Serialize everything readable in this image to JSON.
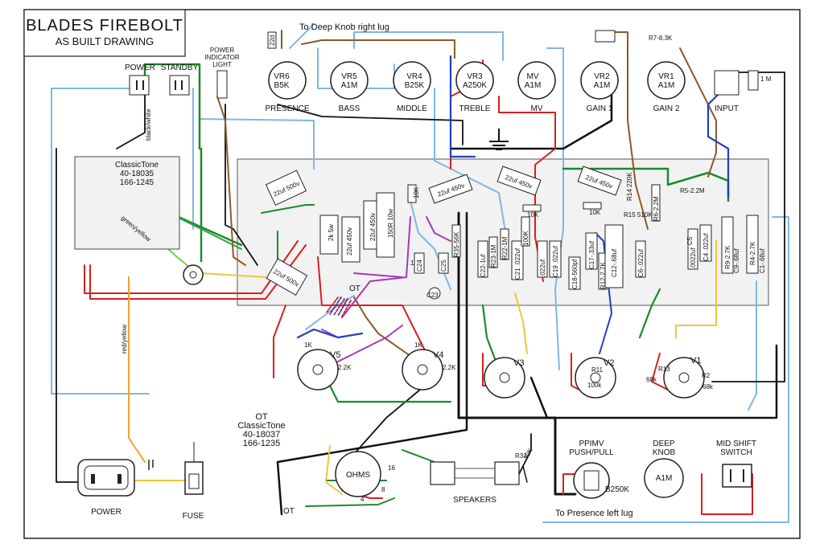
{
  "title": {
    "main": "BLADES FIREBOLT",
    "sub": "AS BUILT DRAWING"
  },
  "notes": {
    "top": "To Deep Knob right lug",
    "bottom": "To Presence left lug",
    "cap_top": "22d",
    "r7": "R7-8.3K",
    "input_cap": "1 M",
    "ot_in": "OT"
  },
  "switches": {
    "power": "POWER",
    "standby": "STANDBY",
    "indicator": [
      "POWER",
      "INDICATOR",
      "LIGHT"
    ]
  },
  "pots": [
    {
      "id": "vr6",
      "line1": "VR6",
      "line2": "B5K",
      "label": "PRESENCE"
    },
    {
      "id": "vr5",
      "line1": "VR5",
      "line2": "A1M",
      "label": "BASS"
    },
    {
      "id": "vr4",
      "line1": "VR4",
      "line2": "B25K",
      "label": "MIDDLE"
    },
    {
      "id": "vr3",
      "line1": "VR3",
      "line2": "A250K",
      "label": "TREBLE"
    },
    {
      "id": "mv",
      "line1": "MV",
      "line2": "A1M",
      "label": "MV"
    },
    {
      "id": "vr2",
      "line1": "VR2",
      "line2": "A1M",
      "label": "GAIN 1"
    },
    {
      "id": "vr1",
      "line1": "VR1",
      "line2": "A1M",
      "label": "GAIN 2"
    }
  ],
  "input_label": "INPUT",
  "transformer": {
    "name": "ClassicTone",
    "part1": "40-18035",
    "part2": "166-1245",
    "wire_bw": "black/white",
    "wire_gy": "green/yellow",
    "wire_ry": "red/yellow"
  },
  "output_transformer": {
    "name": "OT",
    "line1": "ClassicTone",
    "line2": "40-18037",
    "line3": "166-1235"
  },
  "tubes": [
    {
      "id": "v5",
      "label": "V5",
      "r1": "1K",
      "r2": "2.2K"
    },
    {
      "id": "v4",
      "label": "V4",
      "r1": "1K",
      "r2": "2.2K"
    },
    {
      "id": "v3",
      "label": "V3"
    },
    {
      "id": "v2",
      "label": "V2",
      "r": "R11",
      "r2": "100k"
    },
    {
      "id": "v1",
      "label": "V1",
      "r": "R13",
      "r2": "R2",
      "r3": "68k",
      "r4": "68k"
    }
  ],
  "board_components": [
    "22uf 500v",
    "2k 5w",
    "22uf 450v",
    "22uf 450v",
    "150R 10w",
    "22uf 500v",
    "10K",
    "22uf 450v",
    "22uf 450v",
    "22uf 450v",
    "10K",
    "10K",
    ".1uf",
    "C24",
    "C25",
    "R35-56K",
    "C23",
    "R23-1M",
    "C22-1uf",
    "R22-1M",
    "C21 .022uf",
    "100K",
    ".022uf",
    "C19 .022uf",
    "C18-560pf",
    "C17-.33uf",
    "R12-2.7K",
    "C12-.68uf",
    "R15 510K",
    "C6-.022uf",
    "R6-2.2M",
    ".0022uf",
    "C4 .022uf",
    "R9-2.7K",
    "R4-2.7K",
    "C9-.68uf",
    "C1-.68uf",
    "R5-2.2M",
    "C5",
    "R14 220K"
  ],
  "bottom": {
    "power": "POWER",
    "fuse": "FUSE",
    "ohms": "OHMS",
    "tap16": "16",
    "tap8": "8",
    "tap4": "4",
    "speakers": "SPEAKERS",
    "ppimv1": "PPIMV",
    "ppimv2": "PUSH/PULL",
    "b250k": "B250K",
    "deep1": "DEEP",
    "deep2": "KNOB",
    "deep_val": "A1M",
    "mid1": "MID SHIFT",
    "mid2": "SWITCH",
    "r33": "R33",
    "tenk": "10K"
  }
}
